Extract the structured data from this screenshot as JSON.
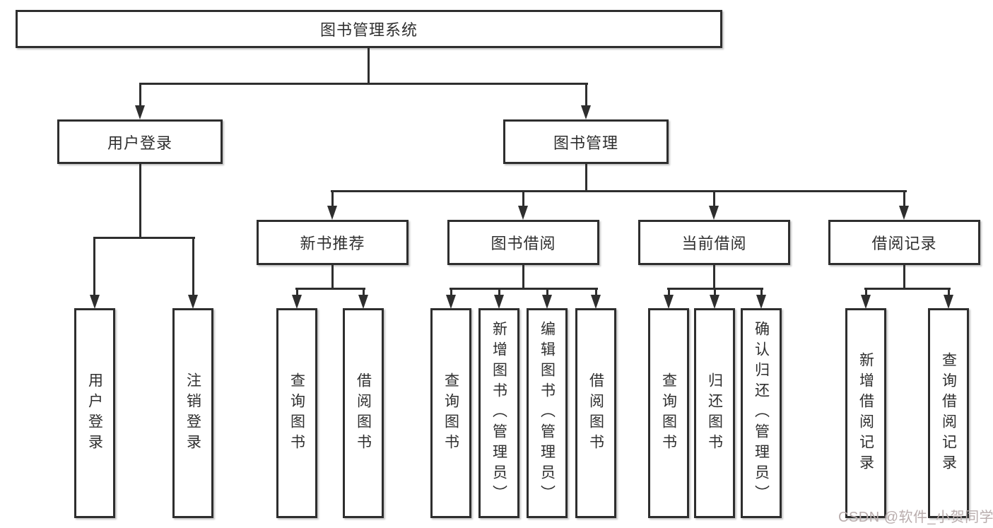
{
  "diagram": {
    "root": {
      "label": "图书管理系统"
    },
    "branches": [
      {
        "label": "用户登录",
        "leaves": [
          {
            "label": "用户登录"
          },
          {
            "label": "注销登录"
          }
        ]
      },
      {
        "label": "图书管理",
        "groups": [
          {
            "label": "新书推荐",
            "leaves": [
              {
                "label": "查询图书"
              },
              {
                "label": "借阅图书"
              }
            ]
          },
          {
            "label": "图书借阅",
            "leaves": [
              {
                "label": "查询图书"
              },
              {
                "label": "新增图书（管理员）"
              },
              {
                "label": "编辑图书（管理员）"
              },
              {
                "label": "借阅图书"
              }
            ]
          },
          {
            "label": "当前借阅",
            "leaves": [
              {
                "label": "查询图书"
              },
              {
                "label": "归还图书"
              },
              {
                "label": "确认归还（管理员）"
              }
            ]
          },
          {
            "label": "借阅记录",
            "leaves": [
              {
                "label": "新增借阅记录"
              },
              {
                "label": "查询借阅记录"
              }
            ]
          }
        ]
      }
    ]
  },
  "watermark": {
    "text": "CSDN @软件_小贺同学",
    "color": "#b9adad"
  },
  "colors": {
    "line": "#2e2e2e",
    "box_border": "#2e2e2e",
    "box_background": "#ffffff",
    "text": "#2f2f2f",
    "page_background": "#ffffff"
  }
}
